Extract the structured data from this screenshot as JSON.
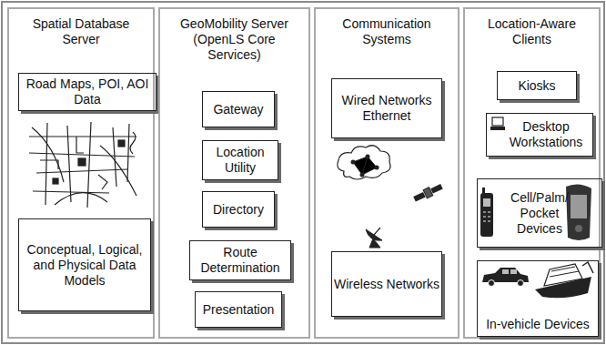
{
  "diagram": {
    "nodes": [
      {
        "text": [
          "Spatial Database Server"
        ]
      },
      {
        "text": [
          "Road Maps, POI, AOI Data"
        ],
        "in": 0
      },
      {
        "text": [
          "Conceptual, Logical, and Physical Data Models"
        ],
        "in": 0
      },
      {
        "text": [
          "GeoMobility Server (OpenLS Core Services)"
        ]
      },
      {
        "text": [
          "Gateway"
        ],
        "in": 3
      },
      {
        "text": [
          "Location Utility"
        ],
        "in": 3
      },
      {
        "text": [
          "Directory"
        ],
        "in": 3
      },
      {
        "text": [
          "Route Determination"
        ],
        "in": 3
      },
      {
        "text": [
          "Presentation"
        ],
        "in": 3
      },
      {
        "text": [
          "Communication Systems"
        ]
      },
      {
        "text": [
          "Wired Networks Ethernet"
        ],
        "in": 9
      },
      {
        "text": [
          "Wireless Networks"
        ],
        "in": 9
      },
      {
        "text": [
          "Location-Aware Clients"
        ]
      },
      {
        "text": [
          "Kiosks"
        ],
        "in": 12
      },
      {
        "text": [
          "Desktop Workstations"
        ],
        "in": 12
      },
      {
        "text": [
          "Cell/Palm/ Pocket Devices"
        ],
        "in": 12
      },
      {
        "text": [
          "In-vehicle Devices"
        ],
        "in": 12
      }
    ]
  }
}
